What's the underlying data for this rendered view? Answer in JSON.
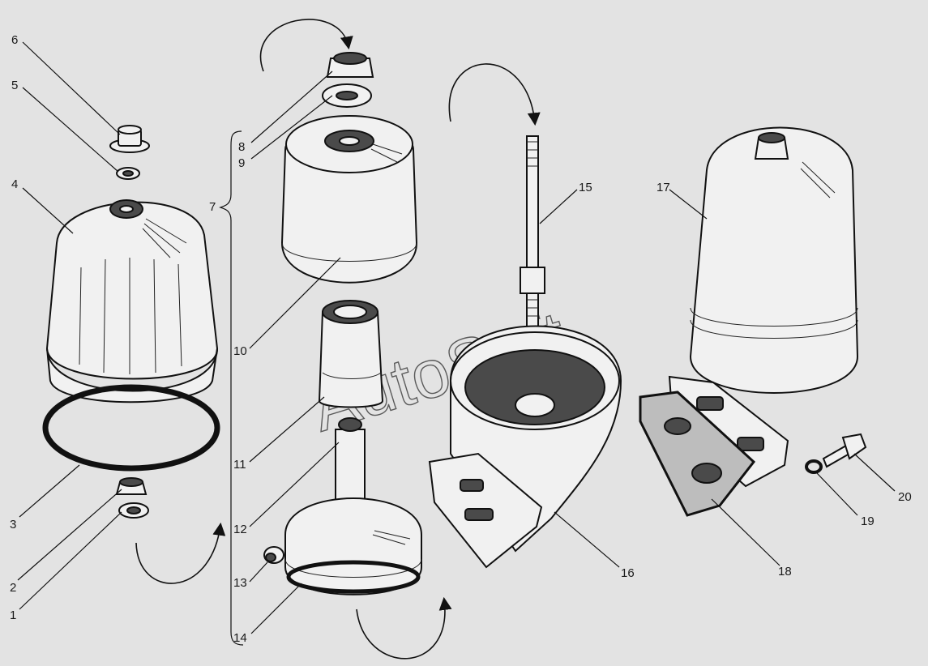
{
  "labels": {
    "p1": "1",
    "p2": "2",
    "p3": "3",
    "p4": "4",
    "p5": "5",
    "p6": "6",
    "p7": "7",
    "p8": "8",
    "p9": "9",
    "p10": "10",
    "p11": "11",
    "p12": "12",
    "p13": "13",
    "p14": "14",
    "p15": "15",
    "p16": "16",
    "p17": "17",
    "p18": "18",
    "p19": "19",
    "p20": "20"
  },
  "watermark": "AutoSoft"
}
